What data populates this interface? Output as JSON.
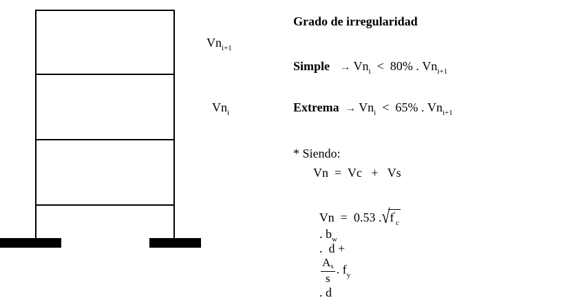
{
  "frame": {
    "label_upper": {
      "base": "Vn",
      "sub": "i+1"
    },
    "label_lower": {
      "base": "Vn",
      "sub": "i"
    },
    "colors": {
      "lines": "#000000",
      "supports": "#000000"
    }
  },
  "panel": {
    "title": "Grado de irregularidad",
    "simple": {
      "keyword": "Simple",
      "arrow": "→",
      "lhs": {
        "base": "Vn",
        "sub": "i"
      },
      "op": "<",
      "pct": "80% .",
      "rhs": {
        "base": "Vn",
        "sub": "i+1"
      }
    },
    "extreme": {
      "keyword": "Extrema",
      "arrow": "→",
      "lhs": {
        "base": "Vn",
        "sub": "i"
      },
      "op": "<",
      "pct": "65% .",
      "rhs": {
        "base": "Vn",
        "sub": "i+1"
      }
    },
    "note": "* Siendo:",
    "eq1": "Vn  =  Vc   +   Vs",
    "eq2": {
      "lhs": "Vn  =  0.53 .",
      "radical": "√",
      "f_base": "f",
      "f_prime": "′",
      "f_sub": "c",
      "b_text": ". b",
      "b_sub": "w",
      "d_text": ".  d +",
      "num_base": "A",
      "num_sub": "s",
      "den": "s",
      "fy_text": ". f",
      "fy_sub": "y",
      "tail": ". d"
    }
  }
}
